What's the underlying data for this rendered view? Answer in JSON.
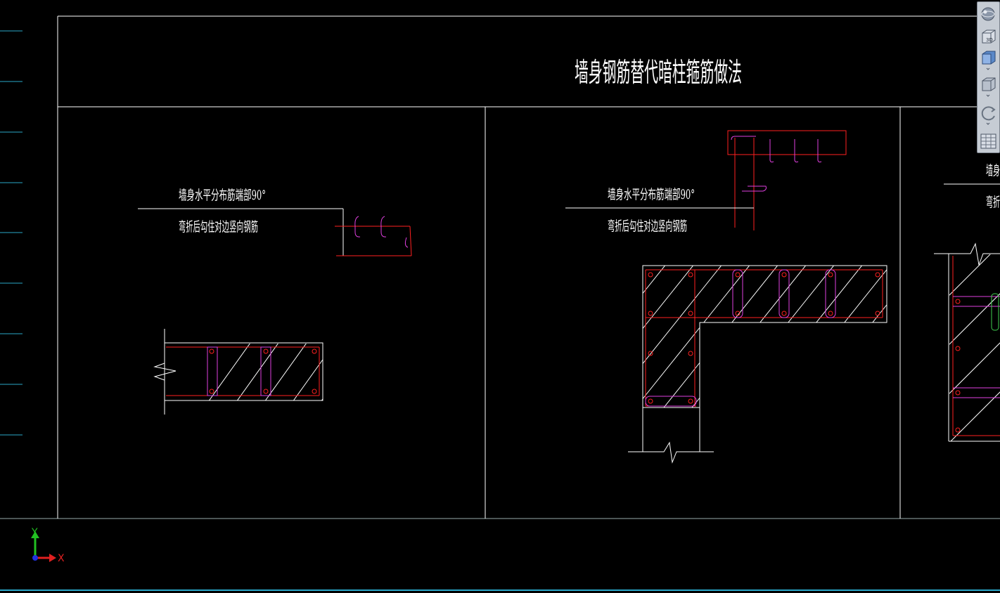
{
  "drawing": {
    "title": "墙身钢筋替代暗柱箍筋做法",
    "panel1": {
      "note_line1": "墙身水平分布筋端部90°",
      "note_line2": "弯折后勾住对边竖向钢筋"
    },
    "panel2": {
      "note_line1": "墙身水平分布筋端部90°",
      "note_line2": "弯折后勾住对边竖向钢筋"
    },
    "panel3": {
      "note_line1": "墙身",
      "note_line2": "弯折"
    }
  },
  "view_cube": {
    "badge_3d": "3D"
  },
  "ucs": {
    "x_label": "X",
    "y_label": "Y"
  },
  "colors": {
    "background": "#000000",
    "lines": "#ffffff",
    "rebar_red": "#ff2020",
    "rebar_magenta": "#e040e0",
    "tick_cyan": "#2aa7c9"
  },
  "icons": [
    "zoom-globe-icon",
    "view-cube-3d-icon",
    "view-cube-front-icon",
    "view-cube-iso-icon",
    "orbit-icon",
    "layout-grid-icon"
  ]
}
